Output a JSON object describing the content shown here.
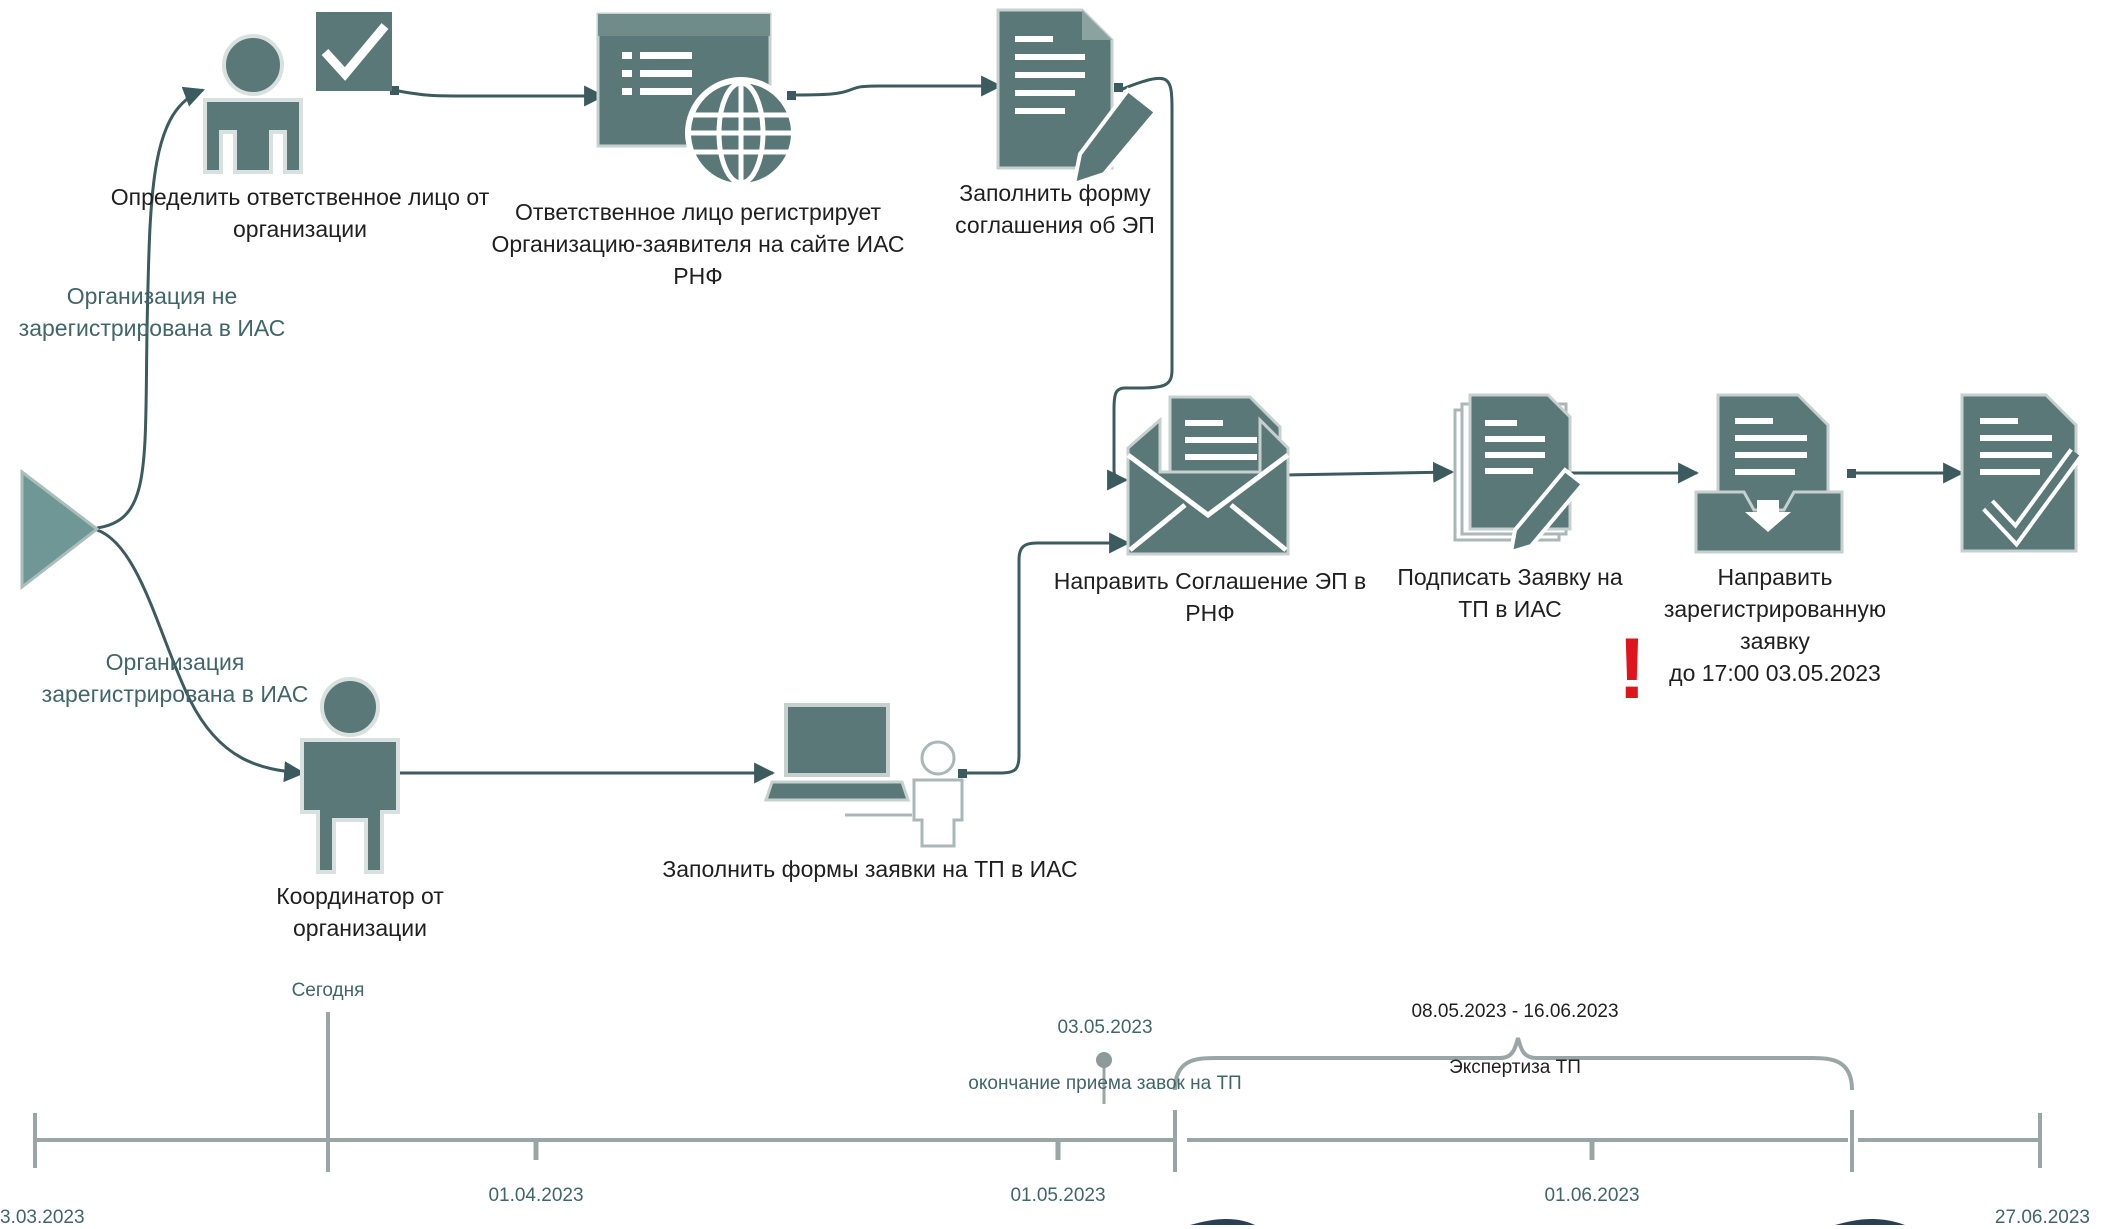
{
  "colors": {
    "icon_fill": "#5a7877",
    "icon_light": "#8aa3a1",
    "line": "#3c5b5e",
    "teal_text": "#41666a",
    "alert": "#e0141c",
    "timeline": "#9aa6a6"
  },
  "nodes": {
    "start": {
      "icon": "triangle-start-icon"
    },
    "define_person": {
      "icon": "person-check-icon",
      "label": "Определить ответственное лицо от\nорганизации"
    },
    "register_site": {
      "icon": "web-register-icon",
      "label": "Ответственное лицо регистрирует\nОрганизацию-заявителя на сайте ИАС\nРНФ"
    },
    "fill_agreement": {
      "icon": "document-pen-icon",
      "label": "Заполнить форму\nсоглашения об ЭП"
    },
    "coordinator": {
      "icon": "person-icon",
      "label": "Координатор от\nорганизации"
    },
    "fill_forms": {
      "icon": "laptop-person-icon",
      "label": "Заполнить формы заявки на ТП в ИАС"
    },
    "send_agreement": {
      "icon": "envelope-document-icon",
      "label": "Направить Соглашение ЭП в\nРНФ"
    },
    "sign_application": {
      "icon": "documents-sign-icon",
      "label": "Подписать Заявку на\nТП в ИАС"
    },
    "send_registered": {
      "icon": "inbox-document-icon",
      "label": "Направить\nзарегистрированную\nзаявку\nдо 17:00 03.05.2023",
      "alert_mark": "!"
    },
    "done": {
      "icon": "document-check-icon"
    }
  },
  "branches": {
    "not_registered": "Организация не\nзарегистрирована в ИАС",
    "registered": "Организация\nзарегистрирована в ИАС"
  },
  "timeline": {
    "start_date": "3.03.2023",
    "end_date": "27.06.2023",
    "ticks": [
      "01.04.2023",
      "01.05.2023",
      "01.06.2023"
    ],
    "today": "Сегодня",
    "milestone": {
      "date": "03.05.2023",
      "label": "окончание приема завок на ТП"
    },
    "interval": {
      "dates": "08.05.2023 - 16.06.2023",
      "label": "Экспертиза ТП"
    }
  }
}
